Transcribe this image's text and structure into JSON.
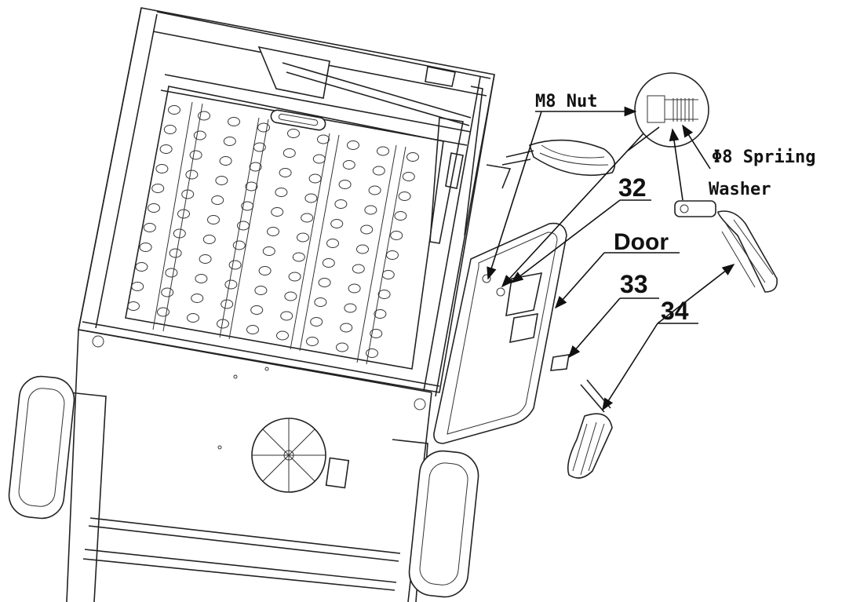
{
  "labels": {
    "m8_nut": "M8 Nut",
    "spring": "Φ8 Spriing",
    "washer": "Washer",
    "door": "Door",
    "part_32": "32",
    "part_33": "33",
    "part_34": "34"
  },
  "colors": {
    "line": "#222222",
    "background": "#ffffff"
  }
}
